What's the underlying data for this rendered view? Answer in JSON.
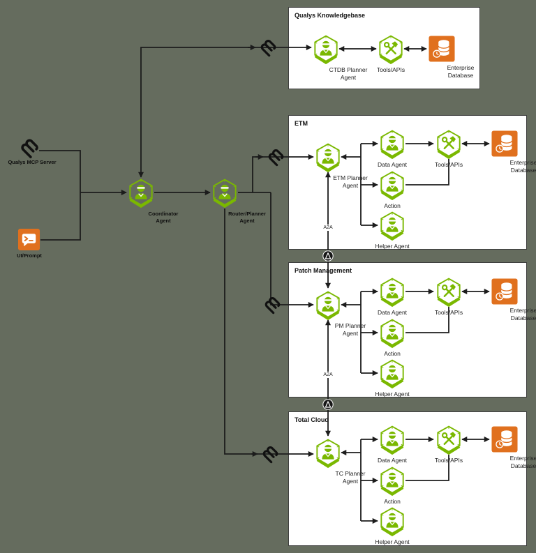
{
  "colors": {
    "background": "#656c5e",
    "agent_green": "#7ab800",
    "db_orange": "#e0701e",
    "line_black": "#1c1c1c",
    "box_bg": "#ffffff",
    "box_border": "#3d3d3d"
  },
  "icons": [
    "mcp-coil-icon",
    "terminal-prompt-icon",
    "agent-hexagon-icon",
    "tools-hexagon-icon",
    "enterprise-database-icon",
    "a2a-protocol-icon",
    "arrowhead"
  ],
  "left": {
    "mcp_server_label": "Qualys MCP Server",
    "ui_prompt_label": "UI/Prompt",
    "coordinator_label": "Coordinator Agent",
    "router_label": "Router/Planner Agent"
  },
  "groups": [
    {
      "title": "Qualys Knowledgebase",
      "nodes": {
        "planner": "CTDB Planner Agent",
        "tools": "Tools/APIs",
        "database": "Enterprise Database"
      }
    },
    {
      "title": "ETM",
      "nodes": {
        "planner": "ETM Planner Agent",
        "data": "Data Agent",
        "tools": "Tools/APIs",
        "database": "Enterprise Database",
        "action": "Action",
        "helper": "Helper Agent"
      },
      "a2a": "A2A"
    },
    {
      "title": "Patch Management",
      "nodes": {
        "planner": "PM Planner Agent",
        "data": "Data Agent",
        "tools": "Tools/APIs",
        "database": "Enterprise Database",
        "action": "Action",
        "helper": "Helper Agent"
      },
      "a2a": "A2A"
    },
    {
      "title": "Total Cloud",
      "nodes": {
        "planner": "TC Planner Agent",
        "data": "Data Agent",
        "tools": "Tools/APIs",
        "database": "Enterprise Database",
        "action": "Action",
        "helper": "Helper Agent"
      }
    }
  ]
}
